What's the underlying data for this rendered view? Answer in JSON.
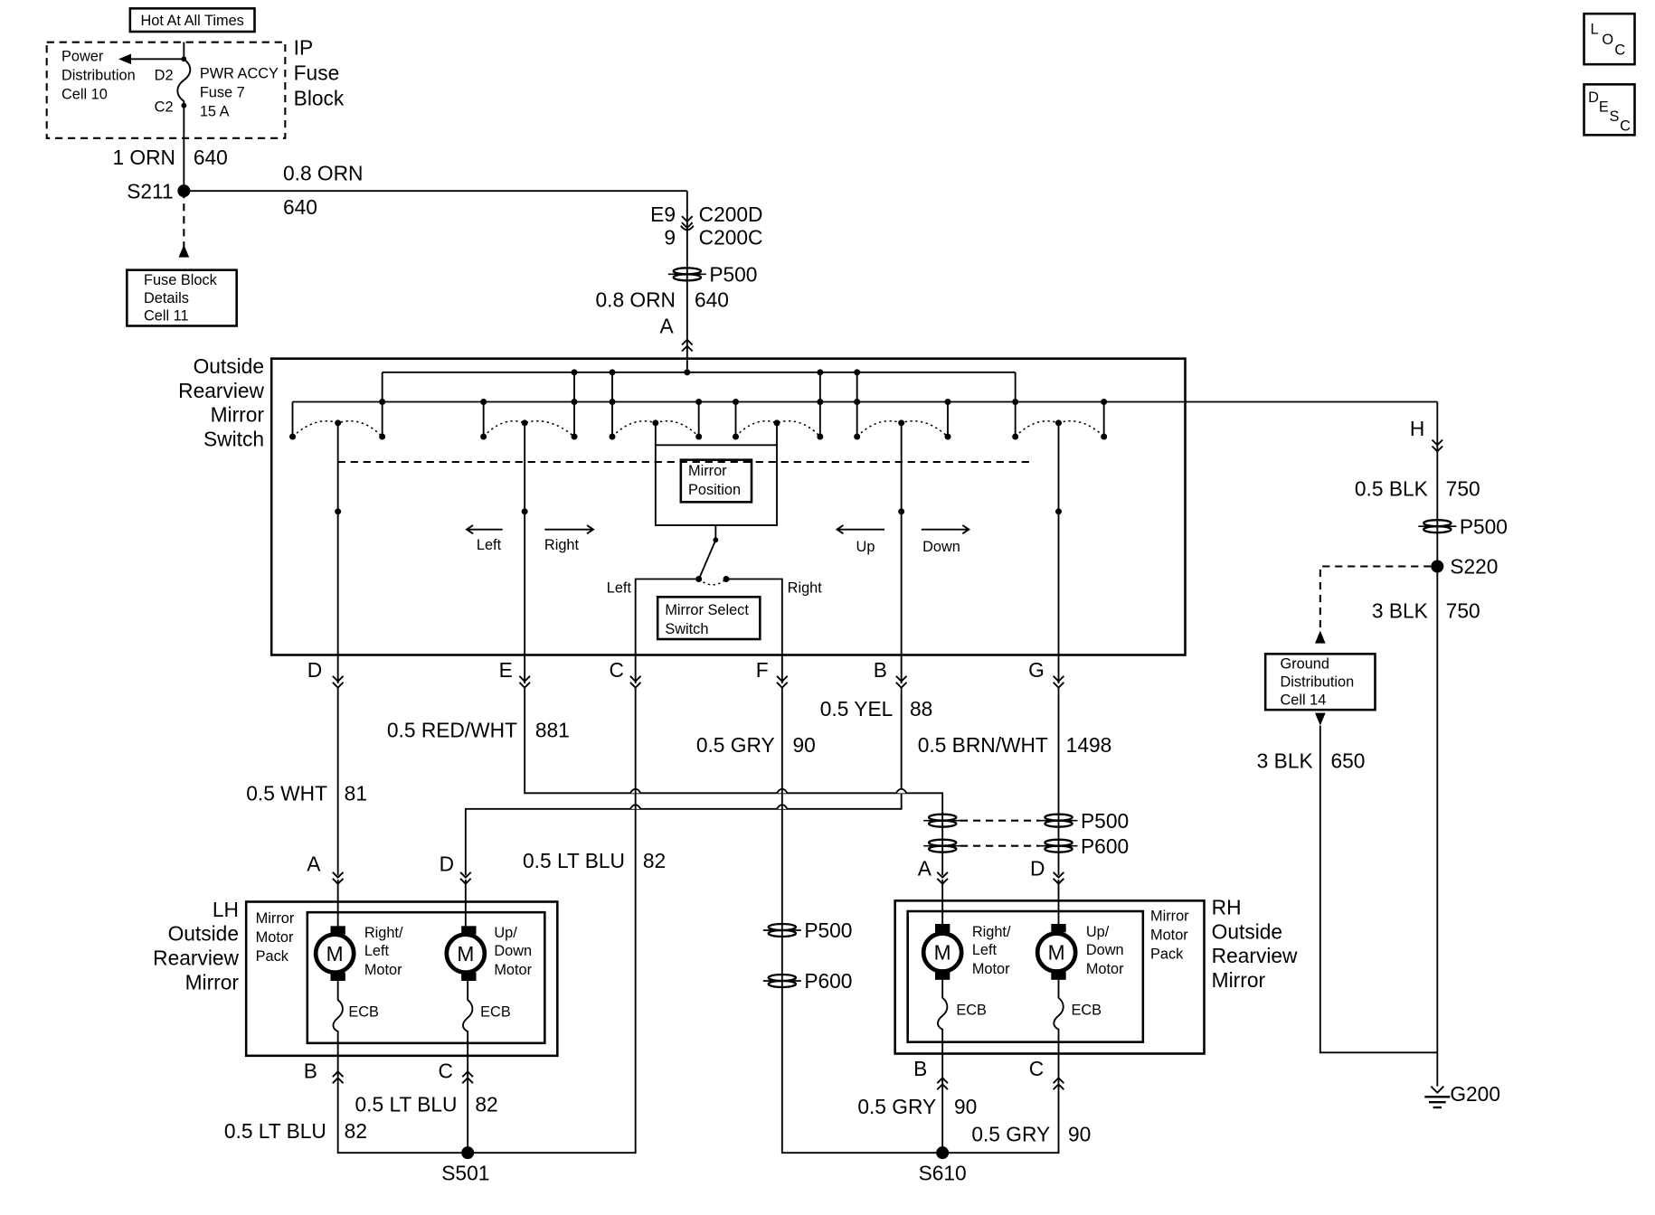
{
  "power": {
    "hot_label": "Hot At All Times",
    "pd_lines": [
      "Power",
      "Distribution",
      "Cell 10"
    ],
    "d2": "D2",
    "c2": "C2",
    "fuse_lines": [
      "PWR ACCY",
      "Fuse 7",
      "15 A"
    ],
    "ip_block_lines": [
      "IP",
      "Fuse",
      "Block"
    ],
    "wire_color": "1 ORN",
    "circuit": "640"
  },
  "splice_s211": {
    "label": "S211",
    "wire_color": "0.8 ORN",
    "circuit": "640"
  },
  "fuse_block_ref": [
    "Fuse Block",
    "Details",
    "Cell 11"
  ],
  "connectors": {
    "e9": "E9",
    "c200d": "C200D",
    "nine": "9",
    "c200c": "C200C",
    "p500": "P500",
    "p600": "P600",
    "feed_color": "0.8 ORN",
    "feed_circuit": "640",
    "pin_a": "A"
  },
  "switch": {
    "title_lines": [
      "Outside",
      "Rearview",
      "Mirror",
      "Switch"
    ],
    "mirror_position": [
      "Mirror",
      "Position"
    ],
    "mirror_select": [
      "Mirror Select",
      "Switch"
    ],
    "left": "Left",
    "right": "Right",
    "up": "Up",
    "down": "Down",
    "sel_left": "Left",
    "sel_right": "Right",
    "pins": [
      "D",
      "E",
      "C",
      "F",
      "B",
      "G"
    ],
    "pin_h": "H"
  },
  "wires": {
    "d_color": "0.5 WHT",
    "d_circuit": "81",
    "e_color": "0.5 RED/WHT",
    "e_circuit": "881",
    "c_color": "0.5 LT BLU",
    "c_circuit": "82",
    "f_color": "0.5 GRY",
    "f_circuit": "90",
    "b_color": "0.5 YEL",
    "b_circuit": "88",
    "g_color": "0.5 BRN/WHT",
    "g_circuit": "1498",
    "lh_b_color": "0.5 LT BLU",
    "lh_b_circuit": "82",
    "lh_c_color": "0.5 LT BLU",
    "lh_c_circuit": "82",
    "rh_b_color": "0.5 GRY",
    "rh_b_circuit": "90",
    "rh_c_color": "0.5 GRY",
    "rh_c_circuit": "90"
  },
  "ground": {
    "h_color": "0.5 BLK",
    "h_circuit": "750",
    "s220": "S220",
    "s220_color": "3 BLK",
    "s220_circuit": "750",
    "gd_lines": [
      "Ground",
      "Distribution",
      "Cell 14"
    ],
    "g_color": "3 BLK",
    "g_circuit": "650",
    "g200": "G200"
  },
  "lh_mirror": {
    "title_lines": [
      "LH",
      "Outside",
      "Rearview",
      "Mirror"
    ],
    "pack_lines": [
      "Mirror",
      "Motor",
      "Pack"
    ],
    "motor1_lines": [
      "Right/",
      "Left",
      "Motor"
    ],
    "motor2_lines": [
      "Up/",
      "Down",
      "Motor"
    ],
    "m": "M",
    "ecb": "ECB",
    "pin_a": "A",
    "pin_d": "D",
    "pin_b": "B",
    "pin_c": "C"
  },
  "rh_mirror": {
    "title_lines": [
      "RH",
      "Outside",
      "Rearview",
      "Mirror"
    ],
    "pack_lines": [
      "Mirror",
      "Motor",
      "Pack"
    ],
    "motor1_lines": [
      "Right/",
      "Left",
      "Motor"
    ],
    "motor2_lines": [
      "Up/",
      "Down",
      "Motor"
    ],
    "m": "M",
    "ecb": "ECB",
    "pin_a": "A",
    "pin_d": "D",
    "pin_b": "B",
    "pin_c": "C"
  },
  "splices": {
    "s501": "S501",
    "s610": "S610"
  },
  "icons": {
    "loc": [
      "L",
      "O",
      "C"
    ],
    "desc": [
      "D",
      "E",
      "S",
      "C"
    ]
  }
}
